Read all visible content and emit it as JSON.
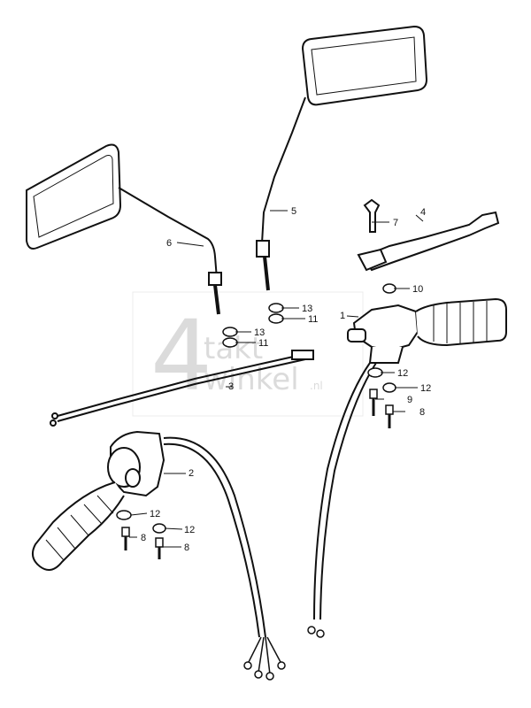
{
  "parts": [
    {
      "id": "p1",
      "label": "1"
    },
    {
      "id": "p2",
      "label": "2"
    },
    {
      "id": "p3",
      "label": "3"
    },
    {
      "id": "p4",
      "label": "4"
    },
    {
      "id": "p5",
      "label": "5"
    },
    {
      "id": "p6",
      "label": "6"
    },
    {
      "id": "p7",
      "label": "7"
    },
    {
      "id": "p8a",
      "label": "8"
    },
    {
      "id": "p8b",
      "label": "8"
    },
    {
      "id": "p8c",
      "label": "8"
    },
    {
      "id": "p9",
      "label": "9"
    },
    {
      "id": "p10",
      "label": "10"
    },
    {
      "id": "p11a",
      "label": "11"
    },
    {
      "id": "p11b",
      "label": "11"
    },
    {
      "id": "p12a",
      "label": "12"
    },
    {
      "id": "p12b",
      "label": "12"
    },
    {
      "id": "p12c",
      "label": "12"
    },
    {
      "id": "p12d",
      "label": "12"
    },
    {
      "id": "p13a",
      "label": "13"
    },
    {
      "id": "p13b",
      "label": "13"
    }
  ],
  "watermark": {
    "number": "4",
    "line1": "takt",
    "line2": "winkel",
    "suffix": ".nl"
  }
}
